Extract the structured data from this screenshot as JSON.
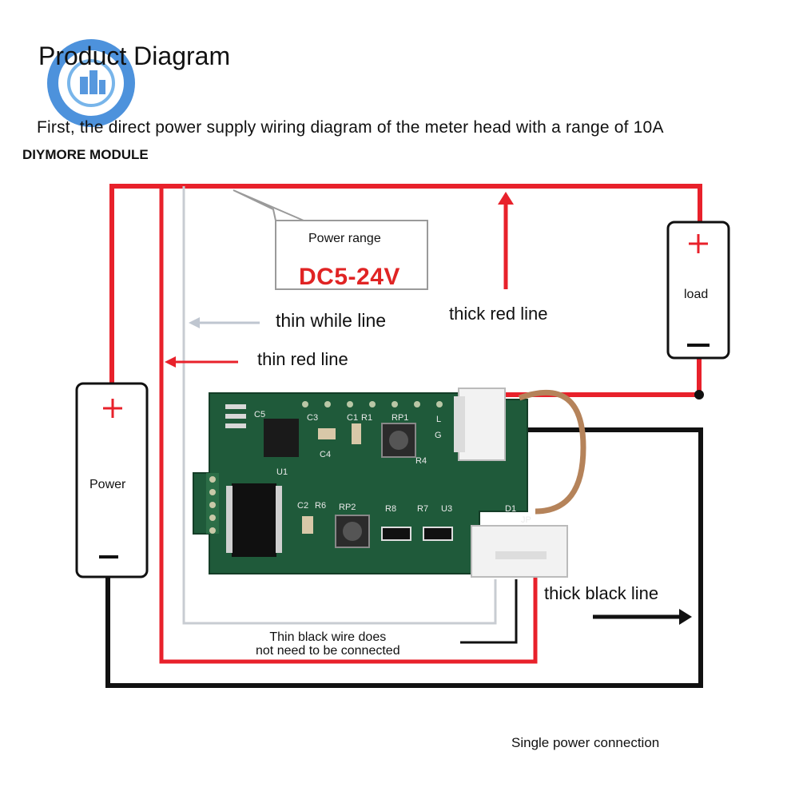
{
  "header": {
    "title": "Product Diagram",
    "subtitle": "First, the direct power supply wiring diagram of the meter head with a range of 10A",
    "brand": "DIYMORE MODULE"
  },
  "power_range": {
    "title": "Power range",
    "value": "DC5-24V"
  },
  "wires": {
    "thin_white": "thin while line",
    "thin_red": "thin red line",
    "thick_red": "thick red line",
    "thick_black": "thick black line",
    "note": [
      "Thin black wire does",
      "not need to be connected"
    ]
  },
  "power_supply": {
    "label": "Power",
    "plus": "+",
    "minus": "−"
  },
  "load": {
    "label": "load",
    "plus": "+",
    "minus": "−"
  },
  "pcb_labels": [
    "C5",
    "C3",
    "C1",
    "R1",
    "RP1",
    "L",
    "G",
    "C4",
    "R4",
    "U1",
    "C2",
    "R6",
    "RP2",
    "R8",
    "R7",
    "U3",
    "D1",
    "JP"
  ],
  "footer": "Single power connection",
  "colors": {
    "red_wire": "#e8212b",
    "black_wire": "#111111",
    "white_wire": "#c8ccd2",
    "pcb": "#1f5a3a",
    "copper": "#b5835a"
  }
}
